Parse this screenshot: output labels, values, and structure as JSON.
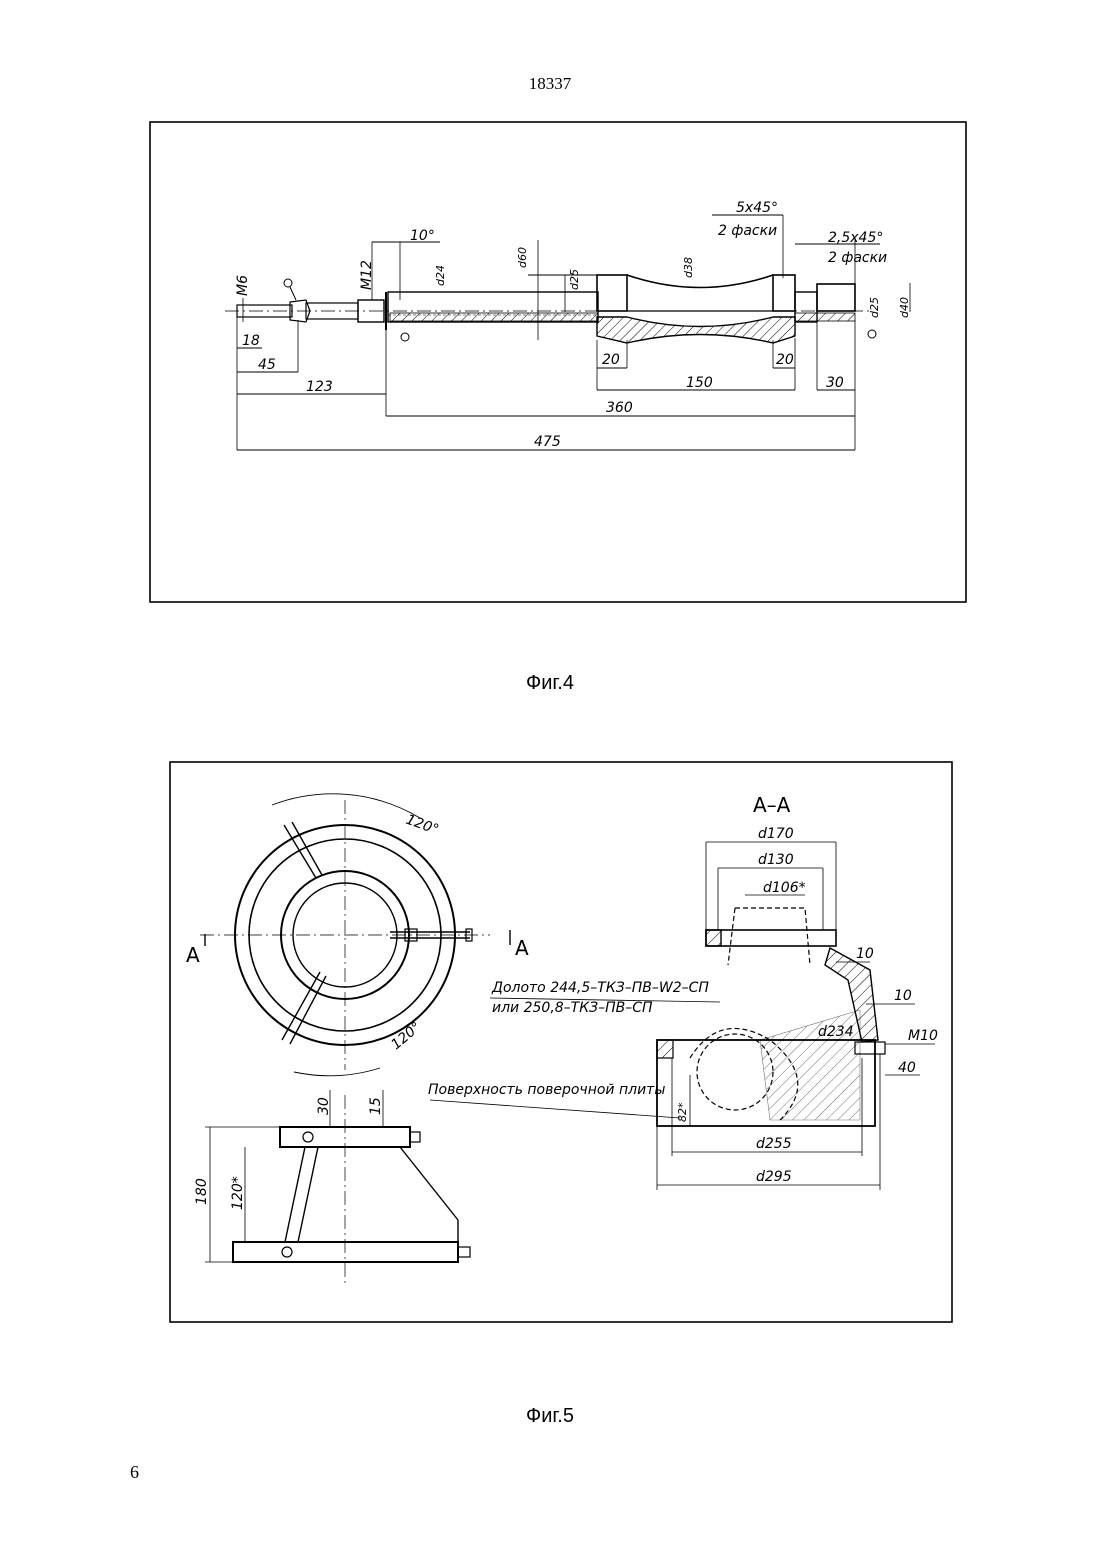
{
  "document": {
    "page_id": "18337",
    "page_number": "6"
  },
  "figure4": {
    "caption": "Фиг.4",
    "labels": {
      "m6": "M6",
      "m12": "M12",
      "angle_10": "10°",
      "d24": "d24",
      "d60": "d60",
      "d25_left": "d25",
      "d38": "d38",
      "d25_right": "d25",
      "d40": "d40",
      "chamfer_5x45": "5x45°",
      "chamfer_5x45_note": "2 фаски",
      "chamfer_25x45": "2,5x45°",
      "chamfer_25x45_note": "2 фаски",
      "dim_18": "18",
      "dim_45": "45",
      "dim_123": "123",
      "dim_20_left": "20",
      "dim_20_right": "20",
      "dim_150": "150",
      "dim_30": "30",
      "dim_360": "360",
      "dim_475": "475"
    }
  },
  "figure5": {
    "caption": "Фиг.5",
    "labels": {
      "section_title": "А–А",
      "section_left": "А",
      "section_right": "А",
      "angle_120_top": "120°",
      "angle_120_bottom": "120°",
      "d170": "d170",
      "d130": "d130",
      "d106": "d106*",
      "dim_10_a": "10",
      "dim_10_b": "10",
      "d234": "d234",
      "m10": "M10",
      "dim_40": "40",
      "bit_line1": "Долото 244,5–ТКЗ–ПВ–W2–СП",
      "bit_line2": "или 250,8–ТКЗ–ПВ–СП",
      "plate_surface": "Поверхность поверочной плиты",
      "dim_82": "82*",
      "d255": "d255",
      "d295": "d295",
      "dim_30": "30",
      "dim_15": "15",
      "dim_180": "180",
      "dim_120": "120*"
    }
  }
}
